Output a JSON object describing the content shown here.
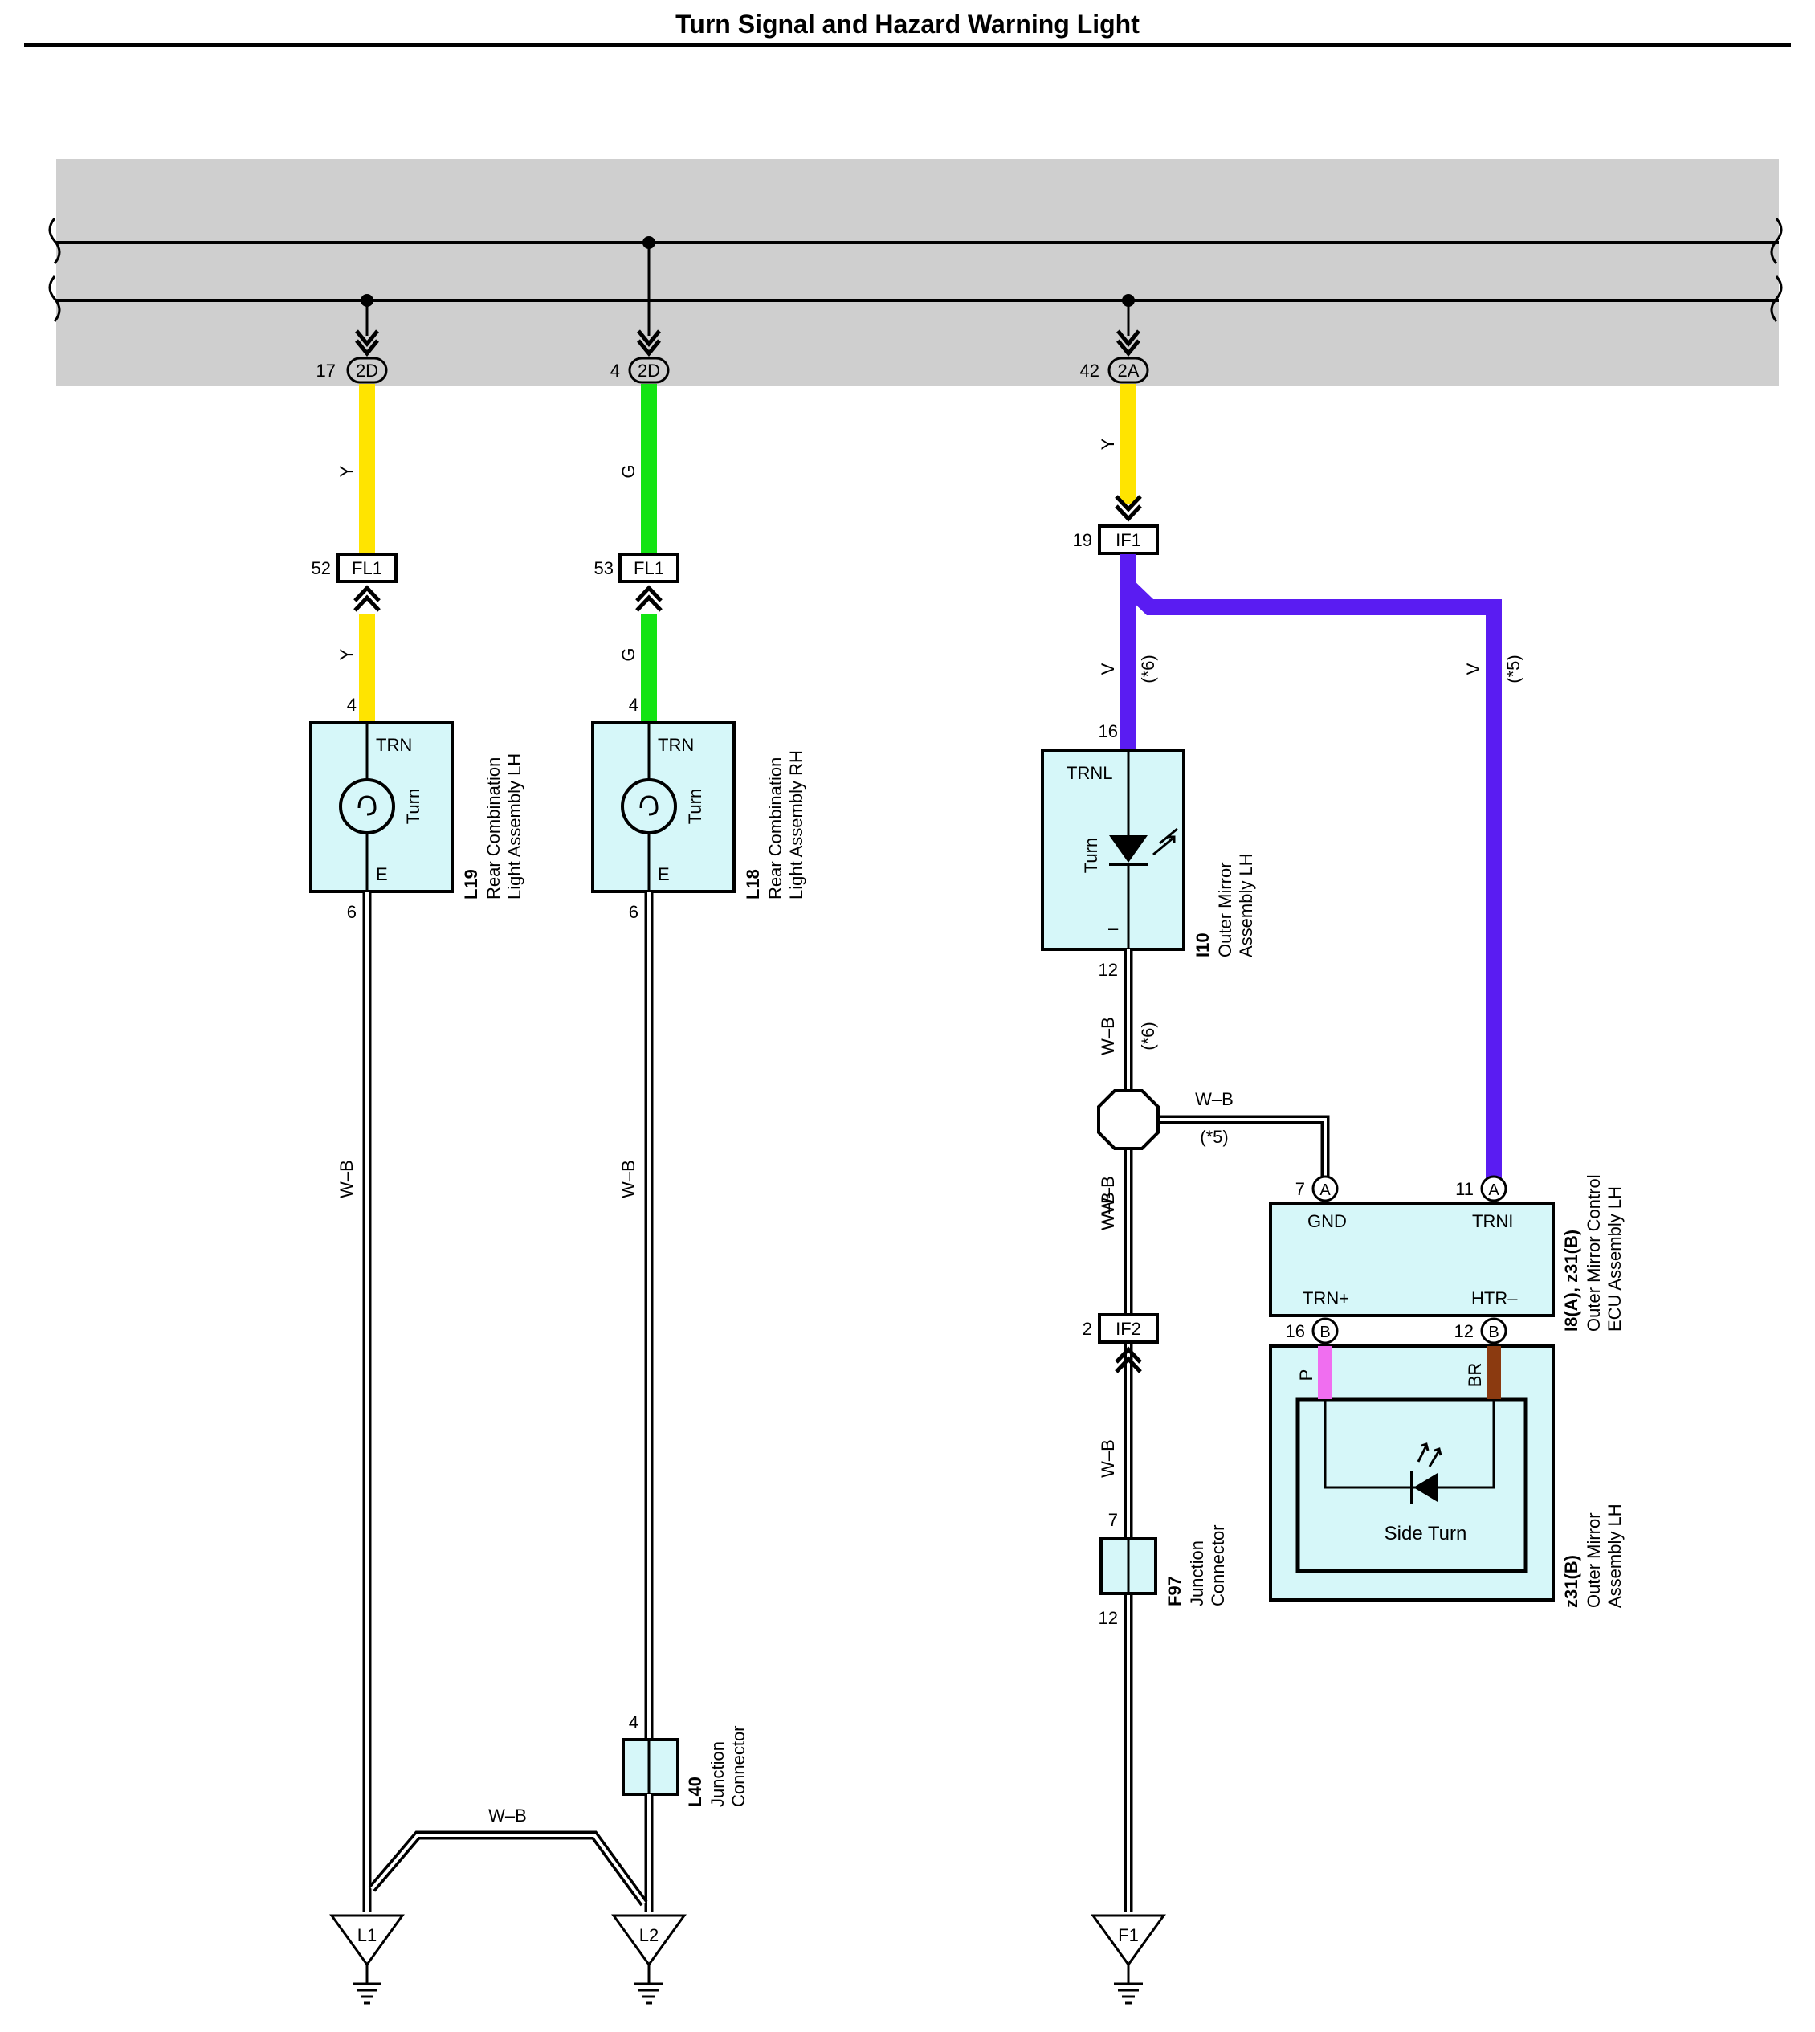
{
  "title": "Turn Signal and Hazard Warning Light",
  "colors": {
    "bus": "#cfcfcf",
    "component_fill": "#d6f7f9",
    "Y": "#ffe400",
    "G": "#13e413",
    "V": "#5a1cf2",
    "P": "#f06ef0",
    "BR": "#8b3a10"
  },
  "bus_connectors": [
    {
      "pin": "17",
      "code": "2D"
    },
    {
      "pin": "4",
      "code": "2D"
    },
    {
      "pin": "42",
      "code": "2A"
    }
  ],
  "inline_connectors": [
    {
      "pin": "52",
      "code": "FL1"
    },
    {
      "pin": "53",
      "code": "FL1"
    },
    {
      "pin": "19",
      "code": "IF1"
    },
    {
      "pin": "2",
      "code": "IF2"
    }
  ],
  "wires": {
    "y1": "Y",
    "y2": "Y",
    "g1": "G",
    "g2": "G",
    "y3": "Y",
    "v1": "V",
    "v1_note": "(*6)",
    "v2": "V",
    "v2_note": "(*5)",
    "wb_l19": "W–B",
    "wb_l18": "W–B",
    "wb_bridge": "W–B",
    "wb_i10": "W–B",
    "wb_i10_note": "(*6)",
    "wb_branch": "W–B",
    "wb_branch_note": "(*5)",
    "wb_splice": "W–B",
    "wb_if2": "W–B",
    "wb_f97": "W–B",
    "p": "P",
    "br": "BR"
  },
  "components": [
    {
      "code": "L19",
      "desc1": "Rear Combination",
      "desc2": "Light Assembly LH",
      "pin_top": "4",
      "pin_bottom": "6",
      "term_top": "TRN",
      "term_bottom": "E",
      "element": "Turn"
    },
    {
      "code": "L18",
      "desc1": "Rear Combination",
      "desc2": "Light Assembly RH",
      "pin_top": "4",
      "pin_bottom": "6",
      "term_top": "TRN",
      "term_bottom": "E",
      "element": "Turn"
    },
    {
      "code": "I10",
      "desc1": "Outer Mirror",
      "desc2": "Assembly LH",
      "pin_top": "16",
      "pin_bottom": "12",
      "term_top": "TRNL",
      "term_bottom": "–",
      "element": "Turn"
    },
    {
      "code": "I8(A), z31(B)",
      "desc1": "Outer Mirror Control",
      "desc2": "ECU Assembly LH",
      "pin_gnd": "7",
      "conn_gnd": "A",
      "term_gnd": "GND",
      "pin_trni": "11",
      "conn_trni": "A",
      "term_trni": "TRNI",
      "pin_trnp": "16",
      "conn_trnp": "B",
      "term_trnp": "TRN+",
      "pin_htr": "12",
      "conn_htr": "B",
      "term_htr": "HTR–"
    },
    {
      "code": "z31(B)",
      "desc1": "Outer Mirror",
      "desc2": "Assembly LH",
      "element": "Side Turn"
    },
    {
      "code": "F97",
      "desc1": "Junction",
      "desc2": "Connector",
      "pin_top": "7",
      "pin_bottom": "12"
    },
    {
      "code": "L40",
      "desc1": "Junction",
      "desc2": "Connector",
      "pin_top": "4"
    }
  ],
  "grounds": [
    "L1",
    "L2",
    "F1"
  ]
}
